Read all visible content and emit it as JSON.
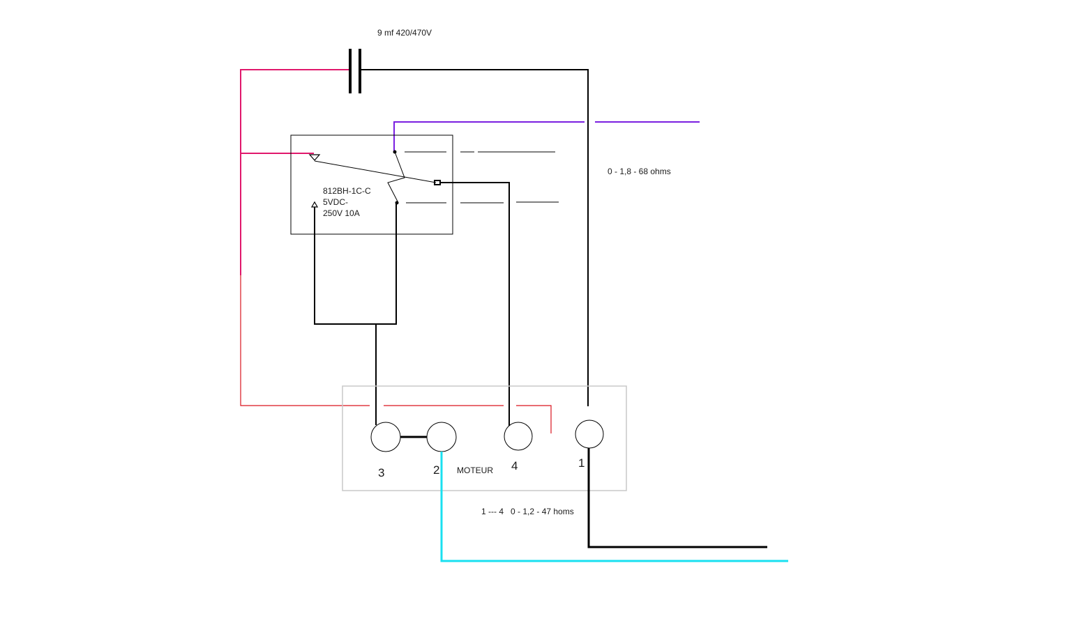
{
  "capacitor": {
    "label": "9 mf 420/470V"
  },
  "relay": {
    "model": "812BH-1C-C",
    "voltage": "5VDC-",
    "rating": "250V 10A"
  },
  "resistance_top": "0 - 1,8 - 68 ohms",
  "resistance_bottom": "1 --- 4   0 - 1,2 - 47 homs",
  "motor": {
    "label": "MOTEUR",
    "terminals": [
      "3",
      "2",
      "4",
      "1"
    ]
  },
  "colors": {
    "black_wire": "#000000",
    "magenta_wire": "#e0186c",
    "red_wire": "#d9141e",
    "violet_wire": "#7a1fe0",
    "cyan_wire": "#19e0f0",
    "motor_box": "#c8c8c8"
  }
}
